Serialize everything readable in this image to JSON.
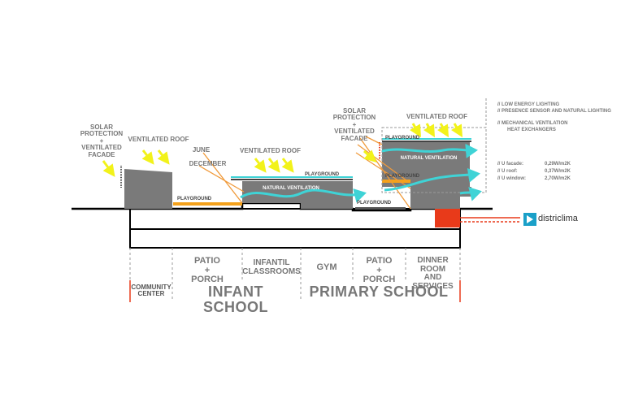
{
  "annotations": {
    "solar_left": "SOLAR\nPROTECTION\n+\nVENTILATED\nFACADE",
    "vent_roof_left": "VENTILATED ROOF",
    "june": "JUNE",
    "december": "DECEMBER",
    "vent_roof_mid": "VENTILATED ROOF",
    "solar_right": "SOLAR\nPROTECTION\n+\nVENTILATED\nFACADE",
    "vent_roof_right": "VENTILATED ROOF"
  },
  "building_labels": {
    "playground_left": "PLAYGROUND",
    "playground_mid": "PLAYGROUND",
    "playground_right_low": "PLAYGROUND",
    "playground_right_mid": "PLAYGROUND",
    "playground_right_top": "PLAYGROUND",
    "natural_ventilation_left": "NATURAL VENTILATION",
    "natural_ventilation_right": "NATURAL VENTILATION"
  },
  "systems": {
    "line1": "// LOW ENERGY LIGHTING",
    "line2": "// PRESENCE SENSOR AND NATURAL LIGHTING",
    "line3": "// MECHANICAL VENTILATION",
    "line4": "HEAT EXCHANGERS"
  },
  "u_values": [
    {
      "label": "// U facade:",
      "value": "0,29W/m2K"
    },
    {
      "label": "// U roof:",
      "value": "0,37W/m2K"
    },
    {
      "label": "// U window:",
      "value": "2,70W/m2K"
    }
  ],
  "logo_text": "districlima",
  "zones": {
    "patio_porch_1": "PATIO\n+\nPORCH",
    "infantil_classrooms": "INFANTIL\nCLASSROOMS",
    "gym": "GYM",
    "patio_porch_2": "PATIO\n+\nPORCH",
    "dinner_room": "DINNER ROOM\nAND\nSERVICES"
  },
  "sections": {
    "community": "COMMUNITY\nCENTER",
    "infant": "INFANT SCHOOL",
    "primary": "PRIMARY SCHOOL"
  },
  "colors": {
    "building_gray": "#7a7a7a",
    "ventilation_cyan": "#3fd3d6",
    "sun_yellow": "#f2f21a",
    "sun_ray_orange": "#f09a3a",
    "playground_orange": "#f5a21b",
    "district_red": "#e83a1a",
    "logo_blue": "#1aa0c8"
  }
}
